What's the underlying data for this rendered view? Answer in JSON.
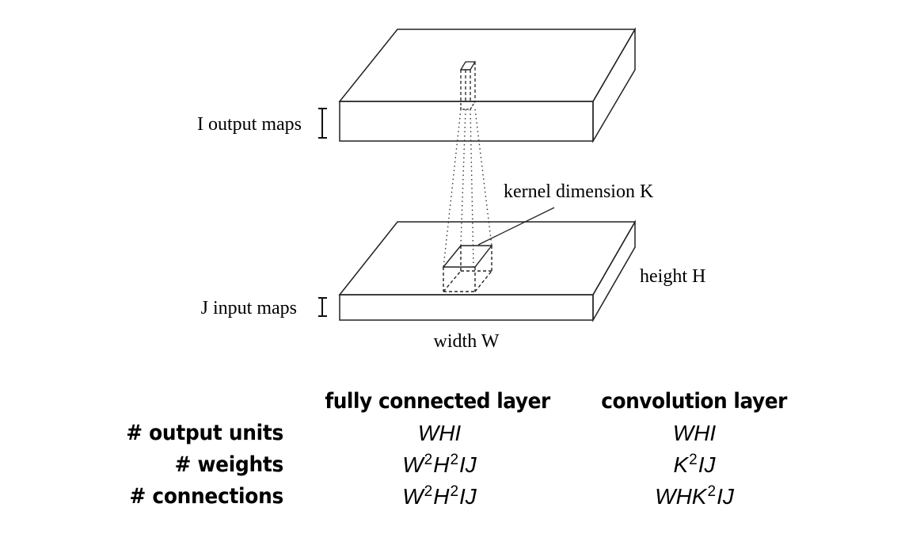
{
  "diagram": {
    "labels": {
      "output_maps": "I output maps",
      "input_maps": "J input maps",
      "kernel": "kernel dimension K",
      "height": "height H",
      "width": "width W"
    }
  },
  "table": {
    "columns": [
      "fully connected layer",
      "convolution layer"
    ],
    "rows": [
      {
        "label": "# output units",
        "fully_connected": [
          {
            "t": "WHI"
          }
        ],
        "convolution": [
          {
            "t": "WHI"
          }
        ]
      },
      {
        "label": "# weights",
        "fully_connected": [
          {
            "t": "W"
          },
          {
            "sup": "2"
          },
          {
            "t": "H"
          },
          {
            "sup": "2"
          },
          {
            "t": "IJ"
          }
        ],
        "convolution": [
          {
            "t": "K"
          },
          {
            "sup": "2"
          },
          {
            "t": "IJ"
          }
        ]
      },
      {
        "label": "# connections",
        "fully_connected": [
          {
            "t": "W"
          },
          {
            "sup": "2"
          },
          {
            "t": "H"
          },
          {
            "sup": "2"
          },
          {
            "t": "IJ"
          }
        ],
        "convolution": [
          {
            "t": "WHK"
          },
          {
            "sup": "2"
          },
          {
            "t": "IJ"
          }
        ]
      }
    ]
  }
}
